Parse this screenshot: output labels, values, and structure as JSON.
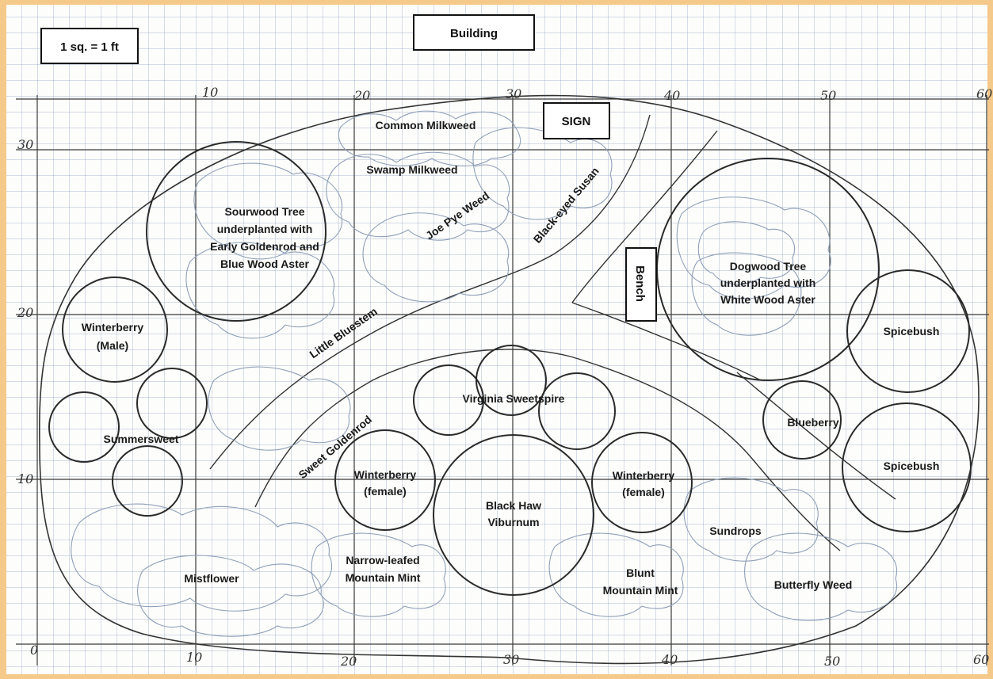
{
  "scale_label": "1 sq. = 1 ft",
  "building_label": "Building",
  "sign_label": "SIGN",
  "bench_label": "Bench",
  "x_ticks_top": [
    "10",
    "20",
    "30",
    "40",
    "50",
    "60"
  ],
  "x_ticks_bottom": [
    "10",
    "20",
    "30",
    "40",
    "50",
    "60"
  ],
  "y_ticks": [
    "30",
    "20",
    "10",
    "0"
  ],
  "plants": {
    "sourwood": [
      "Sourwood Tree",
      "underplanted with",
      "Early Goldenrod and",
      "Blue Wood Aster"
    ],
    "dogwood": [
      "Dogwood Tree",
      "underplanted with",
      "White Wood Aster"
    ],
    "common_milkweed": "Common Milkweed",
    "swamp_milkweed": "Swamp Milkweed",
    "joe_pye": "Joe Pye Weed",
    "black_eyed_susan": "Black-eyed Susan",
    "little_bluestem": "Little Bluestem",
    "winterberry_male": [
      "Winterberry",
      "(Male)"
    ],
    "summersweet": "Summersweet",
    "sweet_goldenrod": "Sweet Goldenrod",
    "virginia_sweetspire": "Virginia Sweetspire",
    "winterberry_female_left": [
      "Winterberry",
      "(female)"
    ],
    "winterberry_female_right": [
      "Winterberry",
      "(female)"
    ],
    "black_haw": [
      "Black Haw",
      "Viburnum"
    ],
    "mistflower": "Mistflower",
    "narrow_leafed": [
      "Narrow-leafed",
      "Mountain Mint"
    ],
    "blunt_mint": [
      "Blunt",
      "Mountain Mint"
    ],
    "sundrops": "Sundrops",
    "butterfly_weed": "Butterfly Weed",
    "blueberry": "Blueberry",
    "spicebush_top": "Spicebush",
    "spicebush_bottom": "Spicebush"
  }
}
